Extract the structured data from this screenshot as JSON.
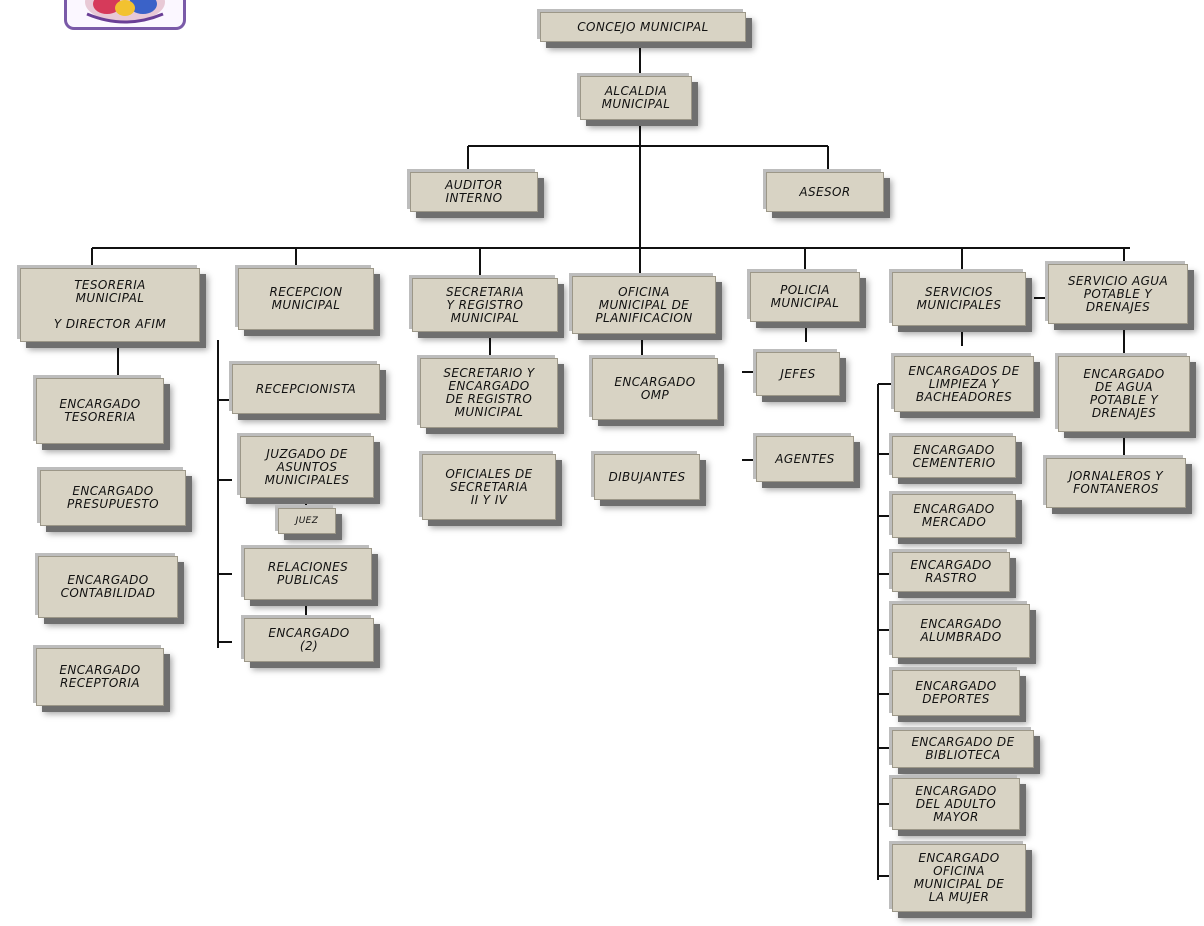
{
  "colors": {
    "node_fill": "#d8d3c4",
    "connector": "#111111",
    "logo_border": "#7a5aa8"
  },
  "nodes": {
    "concejo": "CONCEJO MUNICIPAL",
    "alcaldia": "ALCALDIA\nMUNICIPAL",
    "auditor": "AUDITOR\nINTERNO",
    "asesor": "ASESOR",
    "tesoreria": "TESORERIA\nMUNICIPAL\n\nY DIRECTOR AFIM",
    "enc_tesoreria": "ENCARGADO\nTESORERIA",
    "enc_presupuesto": "ENCARGADO\nPRESUPUESTO",
    "enc_contabilidad": "ENCARGADO\nCONTABILIDAD",
    "enc_receptoria": "ENCARGADO\nRECEPTORIA",
    "recepcion": "RECEPCION\nMUNICIPAL",
    "recepcionista": "RECEPCIONISTA",
    "juzgado": "JUZGADO DE\nASUNTOS\nMUNICIPALES",
    "juez": "JUEZ",
    "relaciones": "RELACIONES\nPUBLICAS",
    "encargado_2": "ENCARGADO\n(2)",
    "secretaria": "SECRETARIA\nY REGISTRO\nMUNICIPAL",
    "secretario": "SECRETARIO Y\nENCARGADO\nDE REGISTRO\nMUNICIPAL",
    "oficiales": "OFICIALES DE\nSECRETARIA\nII Y IV",
    "omp": "OFICINA\nMUNICIPAL DE\nPLANIFICACION",
    "enc_omp": "ENCARGADO\nOMP",
    "dibujantes": "DIBUJANTES",
    "policia": "POLICIA\nMUNICIPAL",
    "jefes": "JEFES",
    "agentes": "AGENTES",
    "servicios": "SERVICIOS\nMUNICIPALES",
    "servicio_agua": "SERVICIO AGUA\nPOTABLE Y\nDRENAJES",
    "enc_limpieza": "ENCARGADOS DE\nLIMPIEZA Y\nBACHEADORES",
    "enc_cementerio": "ENCARGADO\nCEMENTERIO",
    "enc_mercado": "ENCARGADO\nMERCADO",
    "enc_rastro": "ENCARGADO\nRASTRO",
    "enc_alumbrado": "ENCARGADO\nALUMBRADO",
    "enc_deportes": "ENCARGADO\nDEPORTES",
    "enc_biblioteca": "ENCARGADO DE\nBIBLIOTECA",
    "enc_adulto": "ENCARGADO\nDEL ADULTO\nMAYOR",
    "enc_mujer": "ENCARGADO\nOFICINA\nMUNICIPAL DE\nLA MUJER",
    "enc_agua": "ENCARGADO\nDE AGUA\nPOTABLE Y\nDRENAJES",
    "jornaleros": "JORNALEROS Y\nFONTANEROS"
  }
}
